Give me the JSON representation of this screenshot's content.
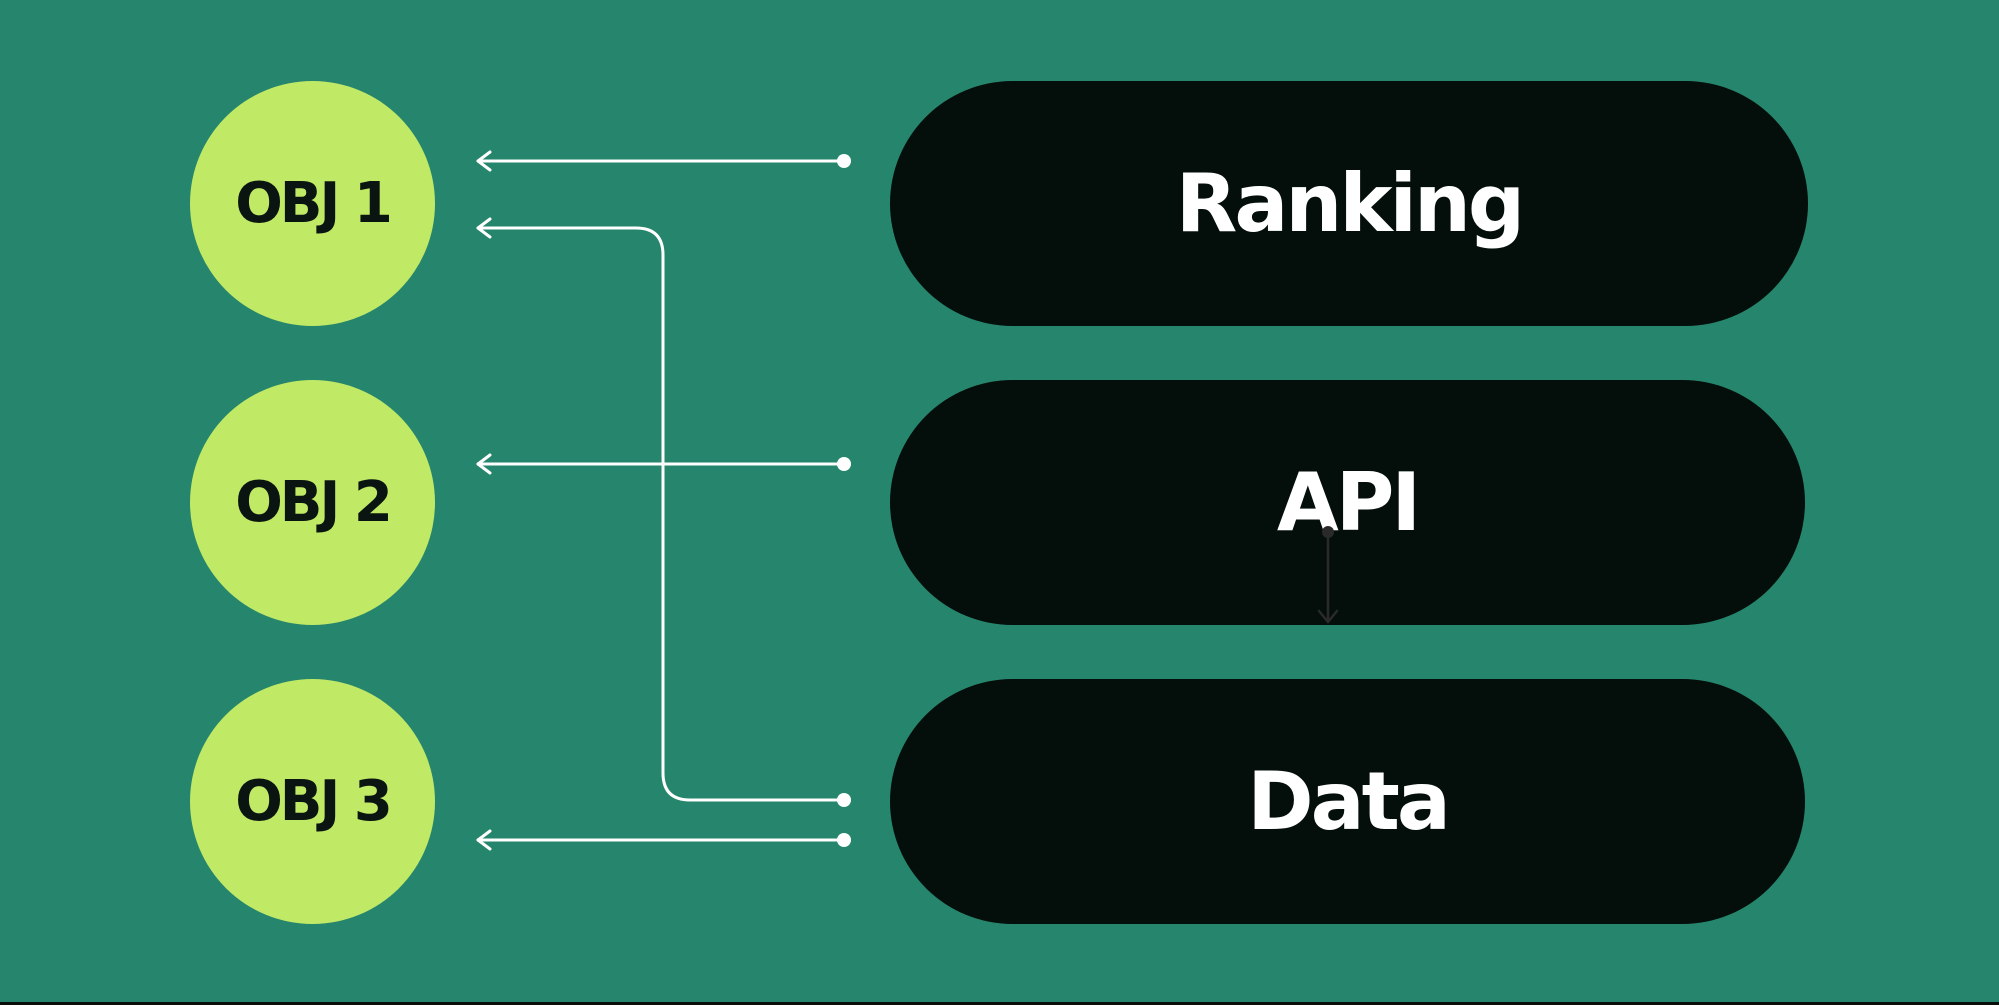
{
  "objectives": [
    {
      "label": "OBJ 1"
    },
    {
      "label": "OBJ 2"
    },
    {
      "label": "OBJ 3"
    }
  ],
  "layers": [
    {
      "label": "Ranking"
    },
    {
      "label": "API"
    },
    {
      "label": "Data"
    }
  ],
  "colors": {
    "background": "#26866d",
    "objective_fill": "#c0e966",
    "layer_fill": "#040e0b",
    "connector": "#ffffff",
    "internal_connector": "#2a2a2a"
  },
  "connections": [
    {
      "from": "Ranking",
      "to": "OBJ 1"
    },
    {
      "from": "Data",
      "to": "OBJ 1"
    },
    {
      "from": "API",
      "to": "OBJ 2"
    },
    {
      "from": "Data",
      "to": "OBJ 3"
    },
    {
      "from": "API",
      "to": "Data"
    }
  ]
}
